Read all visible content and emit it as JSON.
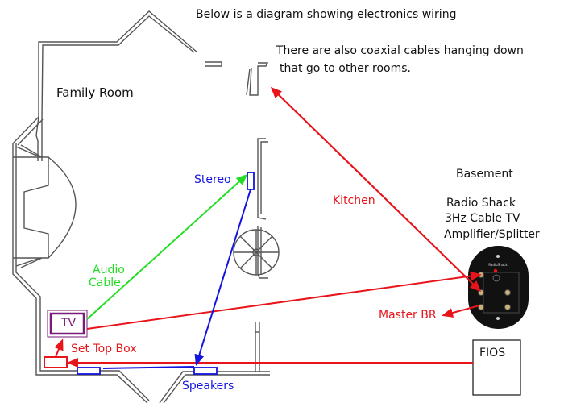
{
  "header": {
    "line1": "Below is a diagram showing electronics wiring",
    "line2": "There are also coaxial cables hanging down",
    "line3": "that go to other rooms."
  },
  "rooms": {
    "family_room": "Family Room",
    "basement": "Basement"
  },
  "device": {
    "name_line1": "Radio Shack",
    "name_line2": "3Hz Cable TV",
    "name_line3": "Amplifier/Splitter",
    "brand": "RadioShack"
  },
  "components": {
    "tv": "TV",
    "set_top_box": "Set Top Box",
    "stereo": "Stereo",
    "speakers": "Speakers",
    "fios": "FIOS"
  },
  "cables": {
    "audio_line1": "Audio",
    "audio_line2": "Cable",
    "kitchen": "Kitchen",
    "master_br": "Master BR"
  },
  "colors": {
    "coax": "#e8141a",
    "speaker_wire": "#1414e0",
    "audio": "#22dd22",
    "tv": "#7a1a7a",
    "wall": "#555555"
  }
}
